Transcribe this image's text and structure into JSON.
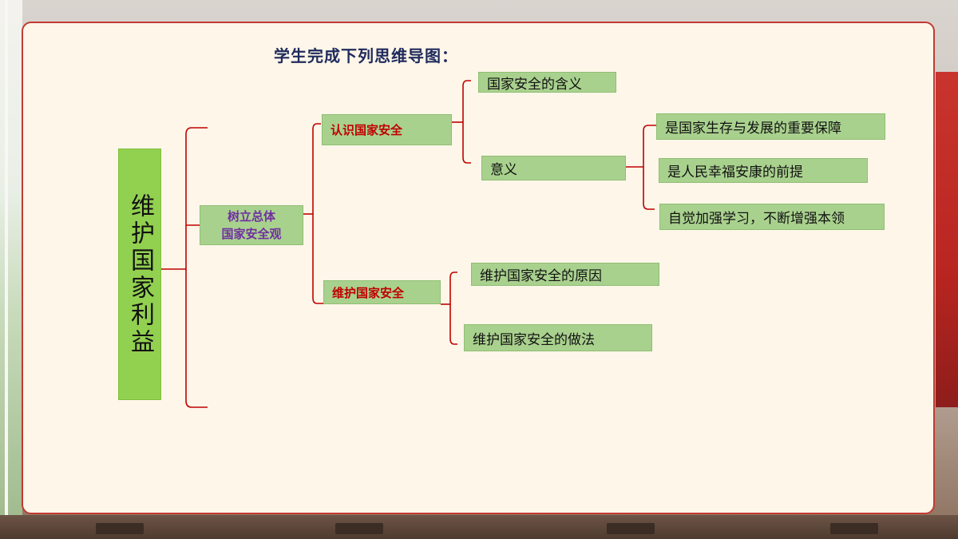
{
  "title": "学生完成下列思维导图：",
  "root": {
    "label": "维护国家利益"
  },
  "level1": {
    "label_line1": "树立总体",
    "label_line2": "国家安全观"
  },
  "level2": {
    "recognize": "认识国家安全",
    "maintain": "维护国家安全"
  },
  "level3": {
    "meaning_def": "国家安全的含义",
    "significance": "意义",
    "reasons": "维护国家安全的原因",
    "methods": "维护国家安全的做法"
  },
  "level4": {
    "sig_1": "是国家生存与发展的重要保障",
    "sig_2": "是人民幸福安康的前提",
    "sig_3": "自觉加强学习，不断增强本领"
  },
  "colors": {
    "node_fill": "#a9d18e",
    "root_fill": "#92d050",
    "line": "#c00000",
    "panel_border": "#c23a34",
    "title": "#1f2a5c"
  }
}
